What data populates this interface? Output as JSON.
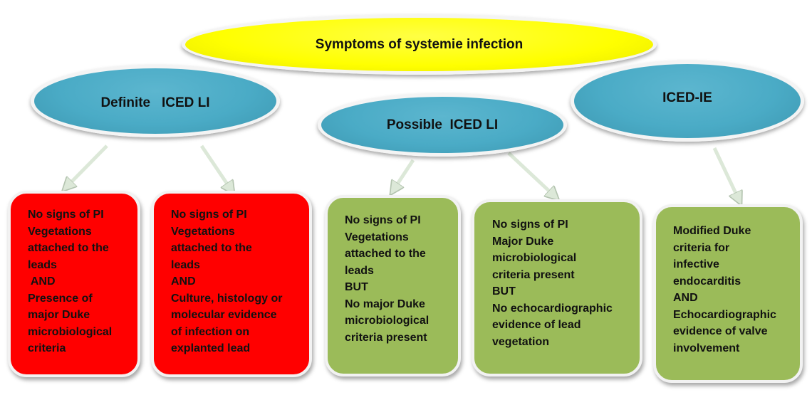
{
  "top_node": {
    "label": "Symptoms of systemie infection",
    "color": "#ffff00"
  },
  "category_nodes": [
    {
      "label": "Definite   ICED LI",
      "color": "#4bacc6"
    },
    {
      "label": "Possible  ICED LI",
      "color": "#4bacc6"
    },
    {
      "label": "ICED-IE",
      "color": "#4bacc6"
    }
  ],
  "criteria_boxes": [
    {
      "color": "#ff0000",
      "lines": [
        "No signs of PI",
        "Vegetations",
        "attached to the",
        "leads",
        " AND",
        "Presence of",
        "major Duke",
        "microbiological",
        "criteria"
      ]
    },
    {
      "color": "#ff0000",
      "lines": [
        "No signs of PI",
        "Vegetations",
        "attached to the",
        "leads",
        "AND",
        "Culture, histology or",
        "molecular evidence",
        "of infection on",
        "explanted lead"
      ]
    },
    {
      "color": "#9bbb59",
      "lines": [
        "No signs of PI",
        "Vegetations",
        "attached to the",
        "leads",
        "BUT",
        "No major Duke",
        "microbiological",
        "criteria present"
      ]
    },
    {
      "color": "#9bbb59",
      "lines": [
        "No signs of PI",
        "Major Duke",
        "microbiological",
        "criteria present",
        "BUT",
        "No echocardiographic",
        "evidence of lead",
        "vegetation"
      ]
    },
    {
      "color": "#9bbb59",
      "lines": [
        "Modified Duke",
        "criteria for",
        "infective",
        "endocarditis",
        "AND",
        "Echocardiographic",
        "evidence of valve",
        "involvement"
      ]
    }
  ]
}
